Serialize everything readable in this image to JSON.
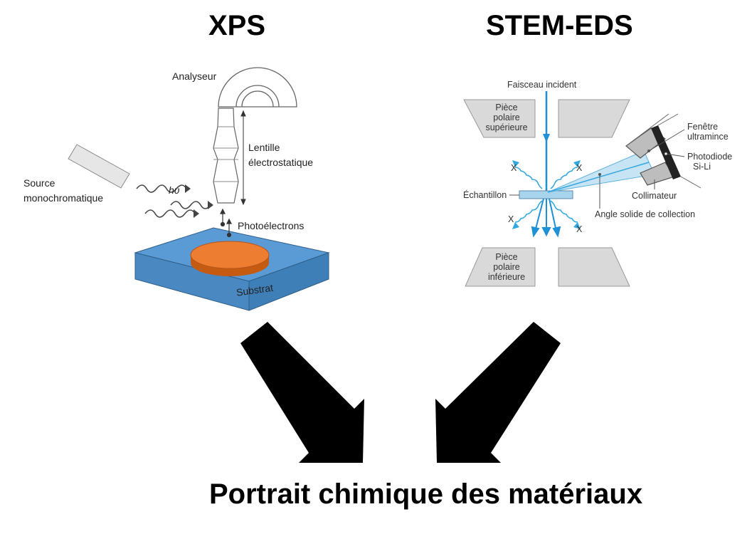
{
  "titles": {
    "xps": "XPS",
    "stem": "STEM-EDS",
    "result": "Portrait chimique des matériaux"
  },
  "xps": {
    "analyser": "Analyseur",
    "lens_line1": "Lentille",
    "lens_line2": "électrostatique",
    "source_line1": "Source",
    "source_line2": "monochromatique",
    "hv": "hυ",
    "photoelectrons": "Photoélectrons",
    "substrate": "Substrat",
    "colors": {
      "substrate_top": "#5b9bd5",
      "substrate_side": "#3f7fb8",
      "sample": "#ed7d31",
      "sample_side": "#c55a11"
    }
  },
  "eds": {
    "beam": "Faisceau incident",
    "upper_pole_1": "Pièce",
    "upper_pole_2": "polaire",
    "upper_pole_3": "supérieure",
    "lower_pole_1": "Pièce",
    "lower_pole_2": "polaire",
    "lower_pole_3": "inférieure",
    "sample": "Échantillon",
    "window_1": "Fenêtre",
    "window_2": "ultramince",
    "photodiode_1": "Photodiode",
    "photodiode_2": "Si-Li",
    "collimator": "Collimateur",
    "solid_angle": "Angle solide de collection",
    "x_mark": "X",
    "colors": {
      "beam": "#1e90d6",
      "xray": "#33a8e0",
      "pole": "#d4d4d4",
      "sample": "#a9d4ee"
    }
  }
}
